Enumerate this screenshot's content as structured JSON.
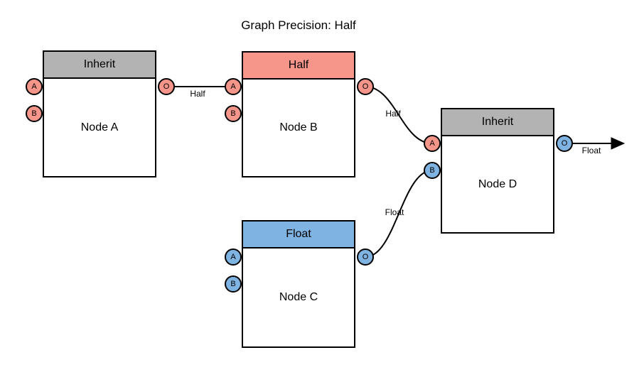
{
  "title": "Graph Precision: Half",
  "colors": {
    "header_gray": "#b3b3b3",
    "salmon": "#f6968a",
    "blue": "#7fb3e1",
    "node_fill": "#ffffff",
    "edge_stroke": "#000000",
    "background": "#ffffff"
  },
  "nodes": [
    {
      "id": "node-a",
      "header": "Inherit",
      "header_color": "#b3b3b3",
      "label": "Node A",
      "ports": {
        "inputs": [
          {
            "label": "A",
            "color": "#f6968a"
          },
          {
            "label": "B",
            "color": "#f6968a"
          }
        ],
        "output": {
          "label": "O",
          "color": "#f6968a"
        }
      }
    },
    {
      "id": "node-b",
      "header": "Half",
      "header_color": "#f6968a",
      "label": "Node B",
      "ports": {
        "inputs": [
          {
            "label": "A",
            "color": "#f6968a"
          },
          {
            "label": "B",
            "color": "#f6968a"
          }
        ],
        "output": {
          "label": "O",
          "color": "#f6968a"
        }
      }
    },
    {
      "id": "node-c",
      "header": "Float",
      "header_color": "#7fb3e1",
      "label": "Node C",
      "ports": {
        "inputs": [
          {
            "label": "A",
            "color": "#7fb3e1"
          },
          {
            "label": "B",
            "color": "#7fb3e1"
          }
        ],
        "output": {
          "label": "O",
          "color": "#7fb3e1"
        }
      }
    },
    {
      "id": "node-d",
      "header": "Inherit",
      "header_color": "#b3b3b3",
      "label": "Node D",
      "ports": {
        "inputs": [
          {
            "label": "A",
            "color": "#f6968a"
          },
          {
            "label": "B",
            "color": "#7fb3e1"
          }
        ],
        "output": {
          "label": "O",
          "color": "#7fb3e1"
        }
      }
    }
  ],
  "edges": [
    {
      "from": "node-a.O",
      "to": "node-b.A",
      "label": "Half"
    },
    {
      "from": "node-b.O",
      "to": "node-d.A",
      "label": "Half"
    },
    {
      "from": "node-c.O",
      "to": "node-d.B",
      "label": "Float"
    },
    {
      "from": "node-d.O",
      "to": "graph-output",
      "label": "Float",
      "arrow": true
    }
  ]
}
